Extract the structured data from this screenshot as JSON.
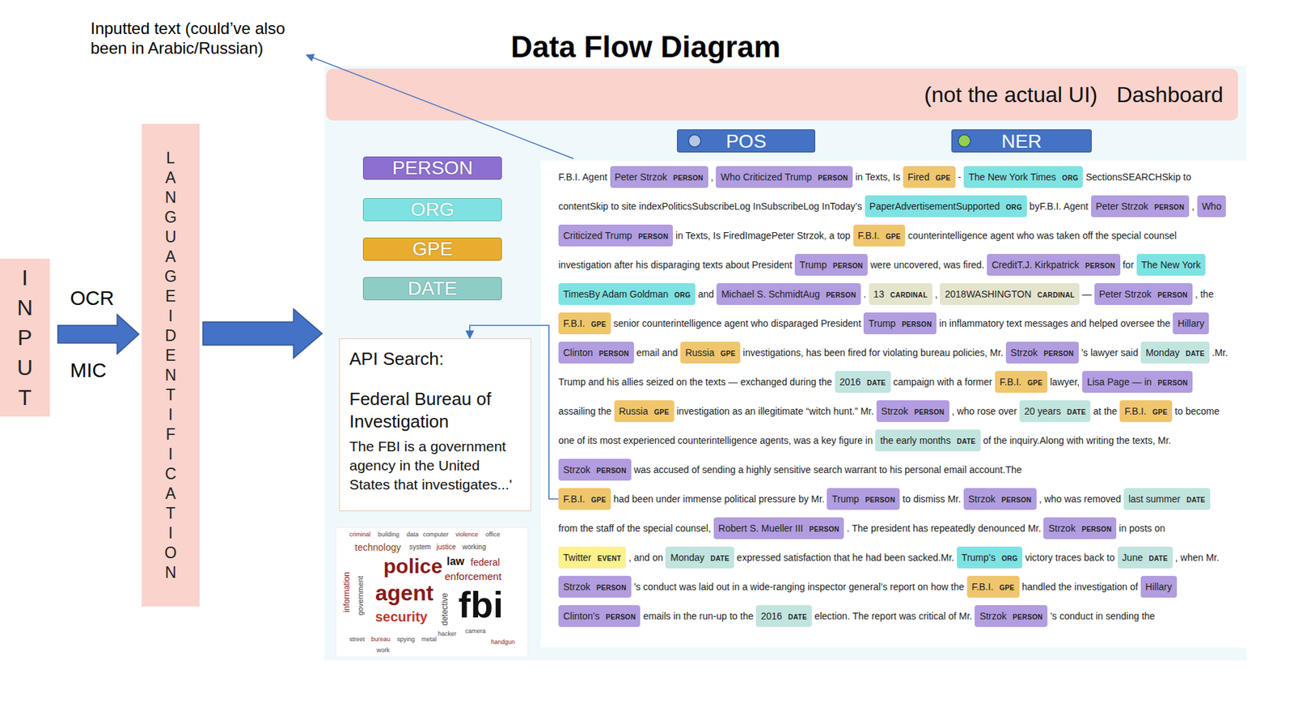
{
  "diagram": {
    "title": "Data Flow Diagram",
    "nodes": [
      {
        "text": [
          "INPUT"
        ]
      },
      {
        "text": [
          "LANGUAGE IDENTIFICATION"
        ]
      },
      {
        "text": [
          "(not the actual UI)",
          "Dashboard"
        ]
      },
      {
        "text": [
          "POS"
        ],
        "in": 2
      },
      {
        "text": [
          "NER"
        ],
        "in": 2
      },
      {
        "text": [
          "API Search:",
          "Federal Bureau of Investigation",
          "The FBI is a government agency in the United States that investigates...'"
        ],
        "in": 2
      },
      {
        "text": [
          "F.B.I. Agent",
          ",",
          "in Texts, Is",
          "-",
          "SectionsSEARCHSkip to contentSkip to site indexPoliticsSubscribeLog InSubscribeLog InToday’s",
          "byF.B.I. Agent",
          ",",
          "in Texts, Is FiredImagePeter Strzok, a top",
          "counterintelligence agent who was taken off the special counsel investigation after his disparaging texts about President",
          "were uncovered, was fired.",
          "for",
          "and",
          ".",
          ",",
          "—",
          ", the",
          "senior counterintelligence agent who disparaged President",
          "in inflammatory text messages and helped oversee the",
          "email and",
          "investigations, has been fired for violating bureau policies, Mr.",
          "’s lawyer said",
          ".Mr. Trump and his allies seized on the texts — exchanged during the",
          "campaign with a former",
          "lawyer,",
          "assailing the",
          "investigation as an illegitimate “witch hunt.” Mr.",
          ", who rose over",
          "at the",
          "to become one of its most experienced counterintelligence agents, was a key figure in",
          "of the inquiry.Along with writing the texts, Mr.",
          "was accused of sending a highly sensitive search warrant to his personal email account.The",
          "had been under immense political pressure by Mr.",
          "to dismiss Mr.",
          ", who was removed",
          "from the staff of the special counsel,",
          ". The president has repeatedly denounced Mr.",
          "in posts on",
          ", and on",
          "expressed satisfaction that he had been sacked.Mr.",
          "victory traces back to",
          ", when Mr.",
          "’s conduct was laid out in a wide-ranging inspector general’s report on how the",
          "handled the investigation of",
          "emails in the run-up to the",
          "election. The report was critical of Mr.",
          "’s conduct in sending the"
        ],
        "in": 2
      },
      {
        "text": [
          "Peter Strzok",
          "PERSON"
        ],
        "in": 6
      },
      {
        "text": [
          "Who Criticized Trump",
          "PERSON"
        ],
        "in": 6
      },
      {
        "text": [
          "Fired",
          "GPE"
        ],
        "in": 6
      },
      {
        "text": [
          "The New York Times",
          "ORG"
        ],
        "in": 6
      },
      {
        "text": [
          "PaperAdvertisementSupported",
          "ORG"
        ],
        "in": 6
      },
      {
        "text": [
          "Peter Strzok",
          "PERSON"
        ],
        "in": 6
      },
      {
        "text": [
          "Who Criticized Trump",
          "PERSON"
        ],
        "in": 6
      },
      {
        "text": [
          "F.B.I.",
          "GPE"
        ],
        "in": 6
      },
      {
        "text": [
          "Trump",
          "PERSON"
        ],
        "in": 6
      },
      {
        "text": [
          "CreditT.J. Kirkpatrick",
          "PERSON"
        ],
        "in": 6
      },
      {
        "text": [
          "The New York TimesBy Adam Goldman",
          "ORG"
        ],
        "in": 6
      },
      {
        "text": [
          "Michael S. SchmidtAug",
          "PERSON"
        ],
        "in": 6
      },
      {
        "text": [
          "13",
          "CARDINAL"
        ],
        "in": 6
      },
      {
        "text": [
          "2018WASHINGTON",
          "CARDINAL"
        ],
        "in": 6
      },
      {
        "text": [
          "Peter Strzok",
          "PERSON"
        ],
        "in": 6
      },
      {
        "text": [
          "F.B.I.",
          "GPE"
        ],
        "in": 6
      },
      {
        "text": [
          "Trump",
          "PERSON"
        ],
        "in": 6
      },
      {
        "text": [
          "Hillary Clinton",
          "PERSON"
        ],
        "in": 6
      },
      {
        "text": [
          "Russia",
          "GPE"
        ],
        "in": 6
      },
      {
        "text": [
          "Strzok",
          "PERSON"
        ],
        "in": 6
      },
      {
        "text": [
          "Monday",
          "DATE"
        ],
        "in": 6
      },
      {
        "text": [
          "2016",
          "DATE"
        ],
        "in": 6
      },
      {
        "text": [
          "F.B.I.",
          "GPE"
        ],
        "in": 6
      },
      {
        "text": [
          "Lisa Page — in",
          "PERSON"
        ],
        "in": 6
      },
      {
        "text": [
          "Russia",
          "GPE"
        ],
        "in": 6
      },
      {
        "text": [
          "Strzok",
          "PERSON"
        ],
        "in": 6
      },
      {
        "text": [
          "20 years",
          "DATE"
        ],
        "in": 6
      },
      {
        "text": [
          "F.B.I.",
          "GPE"
        ],
        "in": 6
      },
      {
        "text": [
          "the early months",
          "DATE"
        ],
        "in": 6
      },
      {
        "text": [
          "Strzok",
          "PERSON"
        ],
        "in": 6
      },
      {
        "text": [
          "F.B.I.",
          "GPE"
        ],
        "in": 6
      },
      {
        "text": [
          "Trump",
          "PERSON"
        ],
        "in": 6
      },
      {
        "text": [
          "Strzok",
          "PERSON"
        ],
        "in": 6
      },
      {
        "text": [
          "last summer",
          "DATE"
        ],
        "in": 6
      },
      {
        "text": [
          "Robert S. Mueller III",
          "PERSON"
        ],
        "in": 6
      },
      {
        "text": [
          "Strzok",
          "PERSON"
        ],
        "in": 6
      },
      {
        "text": [
          "Twitter",
          "EVENT"
        ],
        "in": 6
      },
      {
        "text": [
          "Monday",
          "DATE"
        ],
        "in": 6
      },
      {
        "text": [
          "Trump’s",
          "ORG"
        ],
        "in": 6
      },
      {
        "text": [
          "June",
          "DATE"
        ],
        "in": 6
      },
      {
        "text": [
          "Strzok",
          "PERSON"
        ],
        "in": 6
      },
      {
        "text": [
          "F.B.I.",
          "GPE"
        ],
        "in": 6
      },
      {
        "text": [
          "Hillary Clinton’s",
          "PERSON"
        ],
        "in": 6
      },
      {
        "text": [
          "2016",
          "DATE"
        ],
        "in": 6
      },
      {
        "text": [
          "Strzok",
          "PERSON"
        ],
        "in": 6
      }
    ],
    "edges": [
      {
        "from": 0,
        "to": 1,
        "arrow": "to"
      },
      {
        "from": 1,
        "to": 2,
        "arrow": "to"
      },
      {
        "from": 37,
        "to": 5,
        "arrow": "to"
      }
    ],
    "labels": [
      "Inputted text (could’ve also been in Arabic/Russian)",
      "OCR",
      "MIC",
      "police",
      "agent",
      "fbi",
      "security",
      "technology",
      "information",
      "government",
      "enforcement",
      "federal",
      "law",
      "detective",
      "criminal",
      "building",
      "data",
      "computer",
      "violence",
      "office",
      "system",
      "justice",
      "working",
      "camera",
      "hacker",
      "street",
      "bureau",
      "spying",
      "metal",
      "work",
      "handgun"
    ],
    "legend": [
      {
        "text": "PERSON",
        "color": "#8c6fd0"
      },
      {
        "text": "ORG",
        "color": "#7ee2e2"
      },
      {
        "text": "GPE",
        "color": "#e8ad2e"
      },
      {
        "text": "DATE",
        "color": "#8ecdc5"
      }
    ]
  }
}
